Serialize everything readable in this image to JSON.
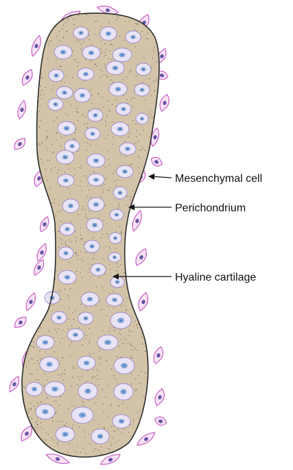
{
  "labels": {
    "mesenchymal_cell": "Mesenchymal cell",
    "perichondrium": "Perichondrium",
    "hyaline_cartilage": "Hyaline cartilage"
  },
  "colors": {
    "matrix": "#d3c4a9",
    "matrix_outline": "#2b2b2b",
    "stipple": "#3a3128",
    "chondrocyte_fill": "#e9e4f5",
    "chondrocyte_outline": "#9a86c4",
    "nucleus": "#7fa6d8",
    "nucleus_core": "#3f6fb5",
    "mesenchymal_fill": "#f8e4f6",
    "mesenchymal_outline": "#c55ec2",
    "mesenchymal_nucleus": "#6a55a8",
    "leader_line": "#111111"
  }
}
